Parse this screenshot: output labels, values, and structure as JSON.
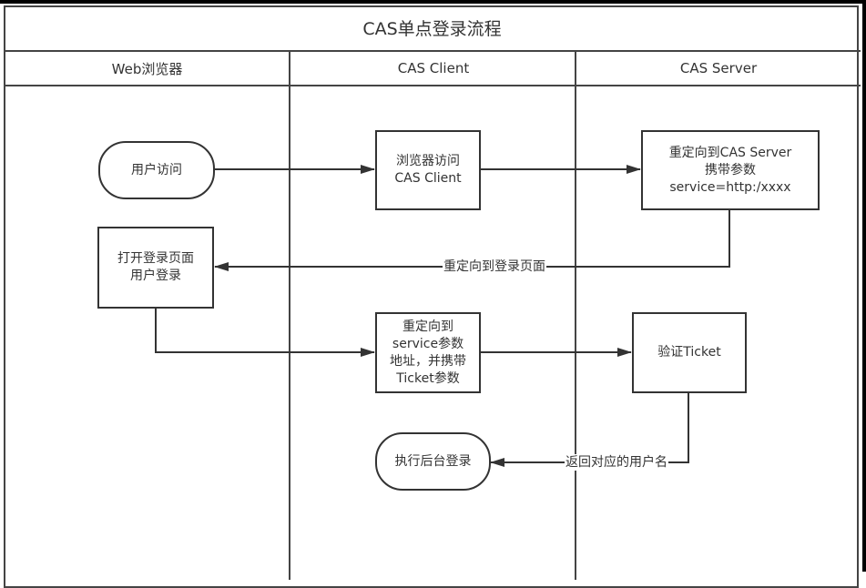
{
  "diagram": {
    "title": "CAS单点登录流程",
    "lanes": [
      {
        "id": "browser",
        "label": "Web浏览器"
      },
      {
        "id": "client",
        "label": "CAS Client"
      },
      {
        "id": "server",
        "label": "CAS Server"
      }
    ],
    "nodes": [
      {
        "id": "user-visit",
        "lane": "browser",
        "shape": "terminator",
        "text": "用户访问"
      },
      {
        "id": "browser-visit-client",
        "lane": "client",
        "shape": "process",
        "text": "浏览器访问\nCAS Client"
      },
      {
        "id": "redirect-to-server",
        "lane": "server",
        "shape": "process",
        "text": "重定向到CAS Server\n携带参数\nservice=http:/xxxx"
      },
      {
        "id": "open-login-page",
        "lane": "browser",
        "shape": "process",
        "text": "打开登录页面\n用户登录"
      },
      {
        "id": "redirect-service-ticket",
        "lane": "client",
        "shape": "process",
        "text": "重定向到\nservice参数\n地址，并携带\nTicket参数"
      },
      {
        "id": "validate-ticket",
        "lane": "server",
        "shape": "process",
        "text": "验证Ticket"
      },
      {
        "id": "backend-login",
        "lane": "client",
        "shape": "terminator",
        "text": "执行后台登录"
      }
    ],
    "edges": [
      {
        "from": "user-visit",
        "to": "browser-visit-client",
        "label": ""
      },
      {
        "from": "browser-visit-client",
        "to": "redirect-to-server",
        "label": ""
      },
      {
        "from": "redirect-to-server",
        "to": "open-login-page",
        "label": "重定向到登录页面"
      },
      {
        "from": "open-login-page",
        "to": "redirect-service-ticket",
        "label": ""
      },
      {
        "from": "redirect-service-ticket",
        "to": "validate-ticket",
        "label": ""
      },
      {
        "from": "validate-ticket",
        "to": "backend-login",
        "label": "返回对应的用户名"
      }
    ],
    "colors": {
      "stroke": "#333333",
      "text": "#333333",
      "background": "#ffffff"
    }
  }
}
